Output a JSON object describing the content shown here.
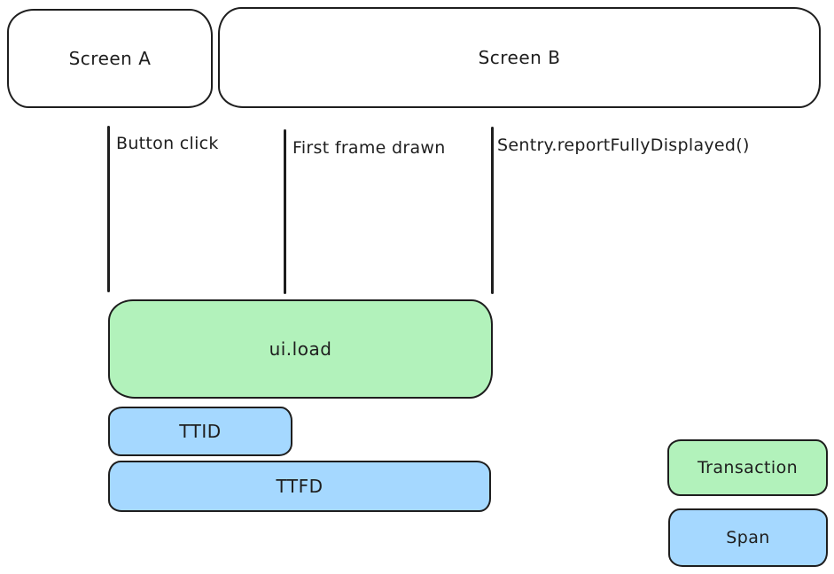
{
  "screens": {
    "a": "Screen A",
    "b": "Screen B"
  },
  "markers": {
    "button_click": "Button click",
    "first_frame": "First frame drawn",
    "report_fully_displayed": "Sentry.reportFullyDisplayed()"
  },
  "bars": {
    "transaction": "ui.load",
    "ttid": "TTID",
    "ttfd": "TTFD"
  },
  "legend": {
    "transaction": "Transaction",
    "span": "Span"
  },
  "colors": {
    "transaction_fill": "#b2f2bb",
    "span_fill": "#a5d8ff",
    "stroke": "#1e1e1e",
    "background": "#ffffff"
  }
}
